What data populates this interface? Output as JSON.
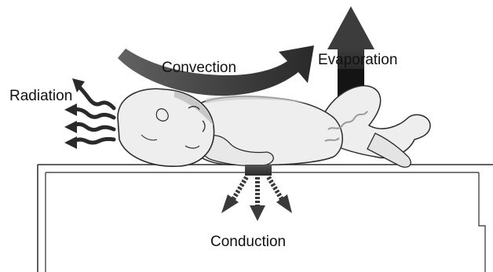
{
  "labels": {
    "radiation": "Radiation",
    "convection": "Convection",
    "evaporation": "Evaporation",
    "conduction": "Conduction"
  },
  "colors": {
    "outline": "#2b2b2b",
    "arrow_fill": "#2f2f2f",
    "arrow_body": "#1c1c1c",
    "skin": "#eeeeee",
    "shade": "#c9c9c9",
    "table": "#ffffff"
  },
  "icons": {
    "radiation": "wavy-arrows-icon",
    "convection": "curved-arrow-icon",
    "evaporation": "up-arrow-icon",
    "conduction": "down-arrows-icon",
    "subject": "infant-illustration",
    "surface": "table-illustration"
  }
}
